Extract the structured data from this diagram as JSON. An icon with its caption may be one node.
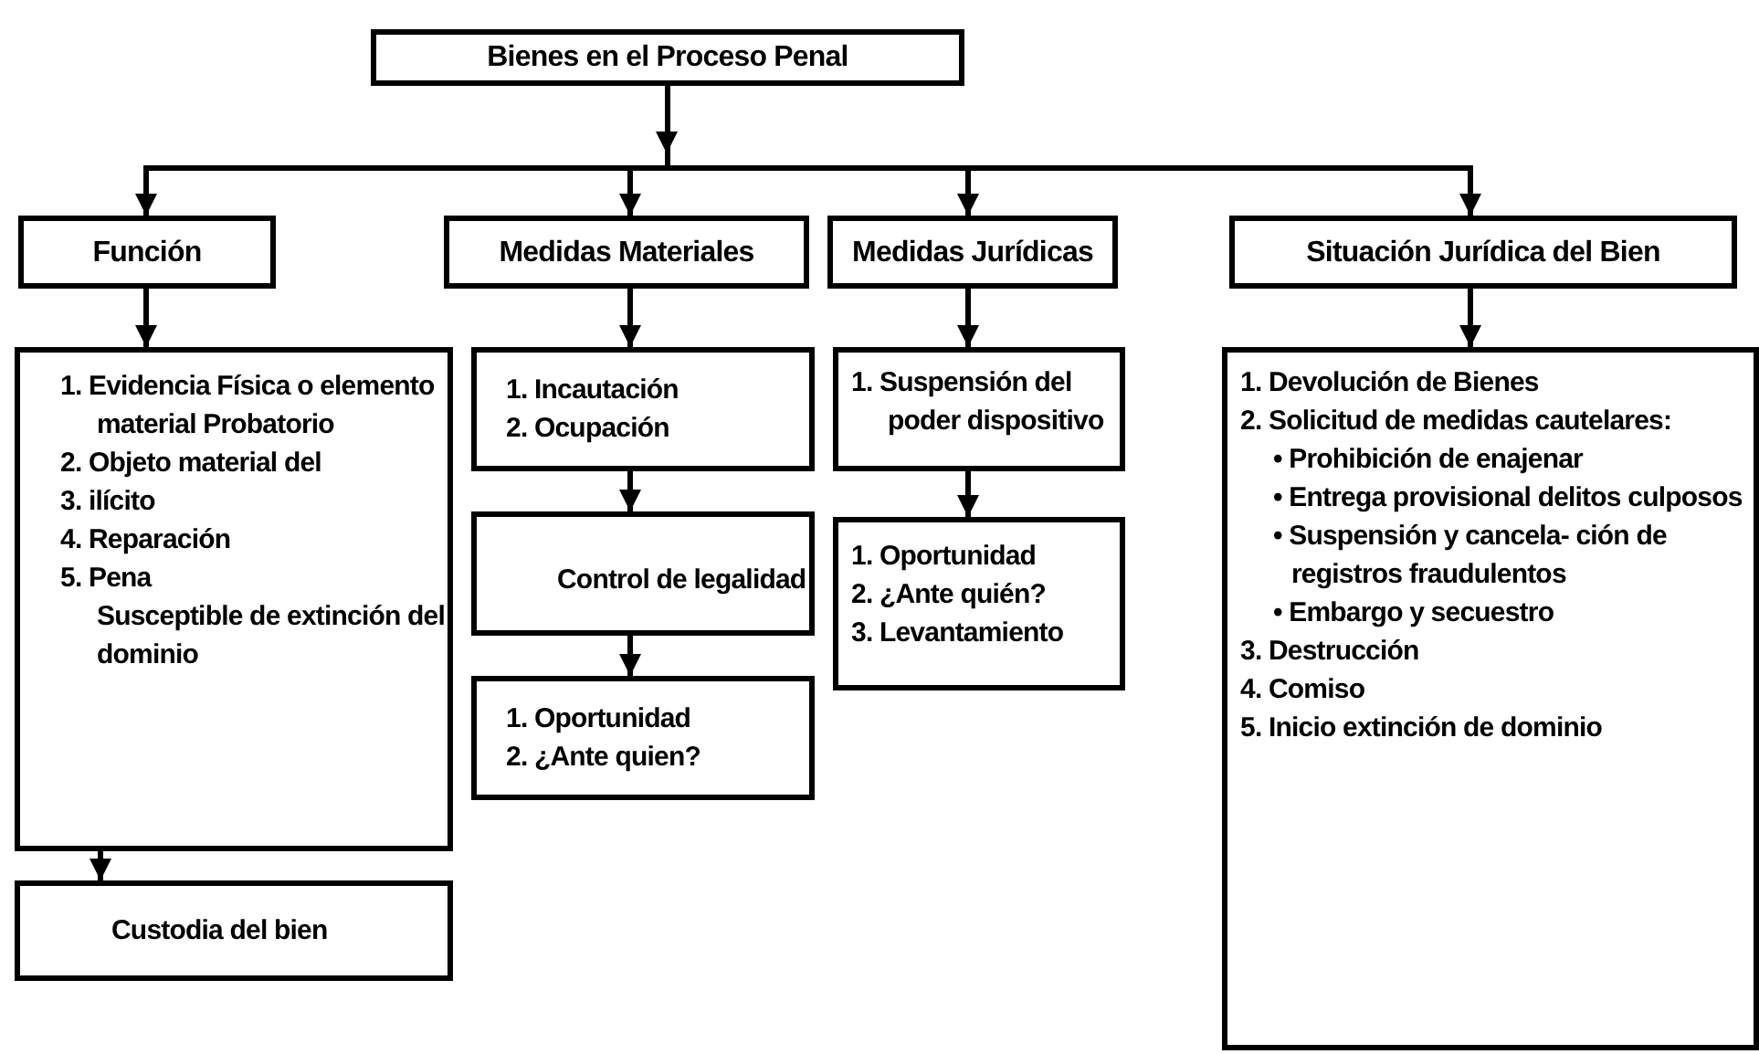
{
  "diagram": {
    "nodes": [
      {
        "text": [
          "Bienes en el Proceso Penal"
        ]
      },
      {
        "text": [
          "Función"
        ]
      },
      {
        "text": [
          "Medidas Materiales"
        ]
      },
      {
        "text": [
          "Medidas Jurídicas"
        ]
      },
      {
        "text": [
          "Situación Jurídica del Bien"
        ]
      },
      {
        "text": [
          "1. Evidencia Física o elemento material Probatorio",
          "2. Objeto material del",
          "3. ilícito",
          "4. Reparación",
          "5. Pena",
          "Susceptible de extinción del dominio"
        ]
      },
      {
        "text": [
          "Custodia del bien"
        ]
      },
      {
        "text": [
          "1. Incautación",
          "2. Ocupación"
        ]
      },
      {
        "text": [
          "Control de legalidad"
        ]
      },
      {
        "text": [
          "1. Oportunidad",
          "2. ¿Ante quien?"
        ]
      },
      {
        "text": [
          "1. Suspensión del poder dispositivo"
        ]
      },
      {
        "text": [
          "1. Oportunidad",
          "2. ¿Ante quién?",
          "3. Levantamiento"
        ]
      },
      {
        "text": [
          "1. Devolución de Bienes",
          "2. Solicitud de medidas cautelares:",
          "• Prohibición de enajenar",
          "• Entrega provisional delitos culposos",
          "• Suspensión y cancela- ción de registros fraudulentos",
          "• Embargo y secuestro",
          "3. Destrucción",
          "4. Comiso",
          "5. Inicio extinción de dominio"
        ]
      }
    ],
    "edges": [
      {
        "from": 0,
        "to": 1,
        "arrow": "to"
      },
      {
        "from": 0,
        "to": 2,
        "arrow": "to"
      },
      {
        "from": 0,
        "to": 3,
        "arrow": "to"
      },
      {
        "from": 0,
        "to": 4,
        "arrow": "to"
      },
      {
        "from": 1,
        "to": 5,
        "arrow": "to"
      },
      {
        "from": 5,
        "to": 6,
        "arrow": "to"
      },
      {
        "from": 2,
        "to": 7,
        "arrow": "to"
      },
      {
        "from": 7,
        "to": 8,
        "arrow": "to"
      },
      {
        "from": 8,
        "to": 9,
        "arrow": "to"
      },
      {
        "from": 3,
        "to": 10,
        "arrow": "to"
      },
      {
        "from": 10,
        "to": 11,
        "arrow": "to"
      },
      {
        "from": 4,
        "to": 12,
        "arrow": "to"
      }
    ]
  }
}
